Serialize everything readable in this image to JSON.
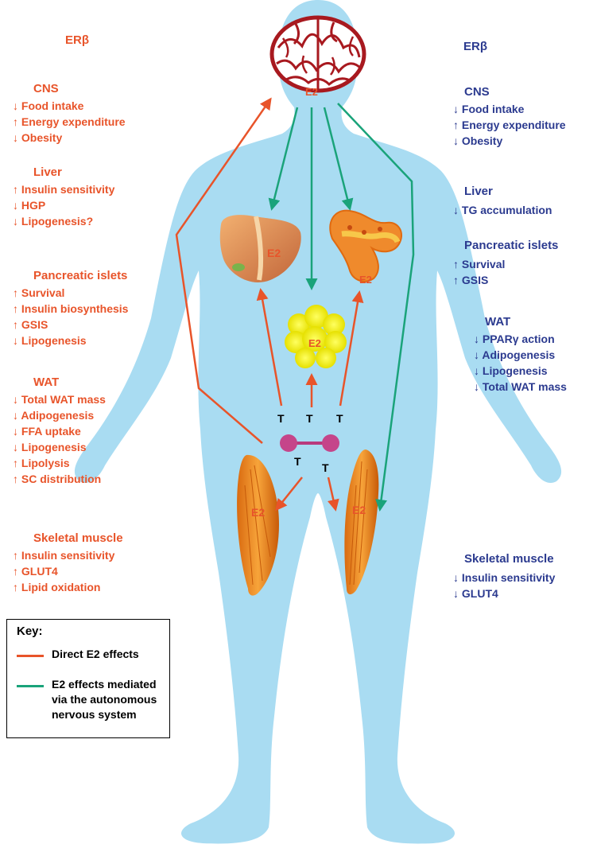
{
  "left_panel": {
    "receptor": "ERβ",
    "sections": [
      {
        "title": "CNS",
        "lines": [
          "↓ Food intake",
          "↑ Energy expenditure",
          "↓ Obesity"
        ]
      },
      {
        "title": "Liver",
        "lines": [
          "↑ Insulin sensitivity",
          "↓ HGP",
          "↓ Lipogenesis?"
        ]
      },
      {
        "title": "Pancreatic islets",
        "lines": [
          "↑ Survival",
          "↑ Insulin biosynthesis",
          "↑ GSIS",
          "↓ Lipogenesis"
        ]
      },
      {
        "title": "WAT",
        "lines": [
          "↓ Total WAT mass",
          "↓ Adipogenesis",
          "↓ FFA uptake",
          "↓ Lipogenesis",
          "↑ Lipolysis",
          "↑ SC distribution"
        ]
      },
      {
        "title": "Skeletal muscle",
        "lines": [
          "↑ Insulin sensitivity",
          "↑ GLUT4",
          "↑ Lipid oxidation"
        ]
      }
    ]
  },
  "right_panel": {
    "receptor": "ERβ",
    "sections": [
      {
        "title": "CNS",
        "lines": [
          "↓ Food intake",
          "↑ Energy expenditure",
          "↓ Obesity"
        ]
      },
      {
        "title": "Liver",
        "lines": [
          "↓ TG accumulation"
        ]
      },
      {
        "title": "Pancreatic islets",
        "lines": [
          "↑ Survival",
          "↑ GSIS"
        ]
      },
      {
        "title": "WAT",
        "lines": [
          "↓ PPARγ action",
          "↓ Adipogenesis",
          "↓ Lipogenesis",
          "↓ Total WAT mass"
        ]
      },
      {
        "title": "Skeletal muscle",
        "lines": [
          "↓ Insulin sensitivity",
          "↓ GLUT4"
        ]
      }
    ]
  },
  "organ_labels": {
    "brain": "E2",
    "liver": "E2",
    "pancreas": "E2",
    "fat": "E2",
    "muscle_left": "E2",
    "muscle_right": "E2"
  },
  "testis_labels": [
    "T",
    "T",
    "T",
    "T",
    "T"
  ],
  "key": {
    "title": "Key:",
    "items": [
      {
        "label": "Direct E2 effects",
        "color": "#e8542a"
      },
      {
        "label": "E2 effects mediated via the autonomous nervous system",
        "color": "#1aa37a"
      }
    ]
  },
  "colors": {
    "body": "#a9dcf2",
    "direct": "#e8542a",
    "autonomic": "#1aa37a",
    "left_text": "#e8542a",
    "right_text": "#2b3a8f",
    "brain": "#a8191f"
  }
}
